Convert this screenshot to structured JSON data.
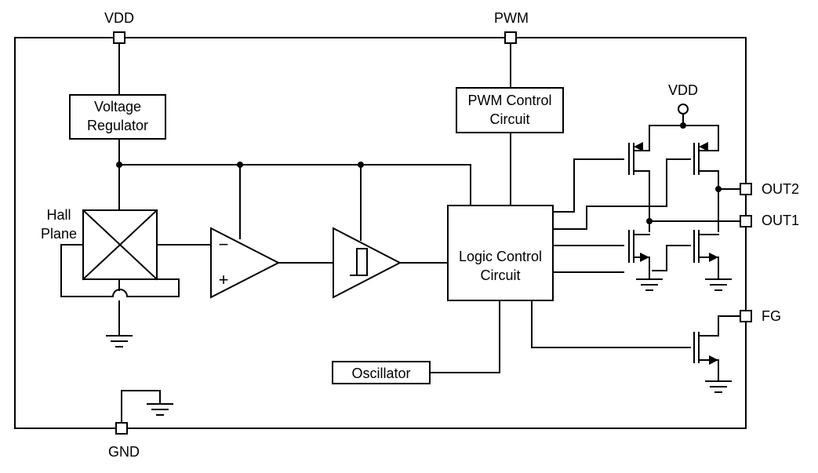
{
  "pins": {
    "vdd": "VDD",
    "pwm": "PWM",
    "gnd": "GND",
    "out2": "OUT2",
    "out1": "OUT1",
    "fg": "FG"
  },
  "blocks": {
    "voltage_regulator": [
      "Voltage",
      "Regulator"
    ],
    "hall_plane": [
      "Hall",
      "Plane"
    ],
    "pwm_control": [
      "PWM Control",
      "Circuit"
    ],
    "logic_control": [
      "Logic Control",
      "Circuit"
    ],
    "oscillator": "Oscillator"
  },
  "labels": {
    "vdd_internal": "VDD",
    "amp_minus": "−",
    "amp_plus": "+"
  }
}
